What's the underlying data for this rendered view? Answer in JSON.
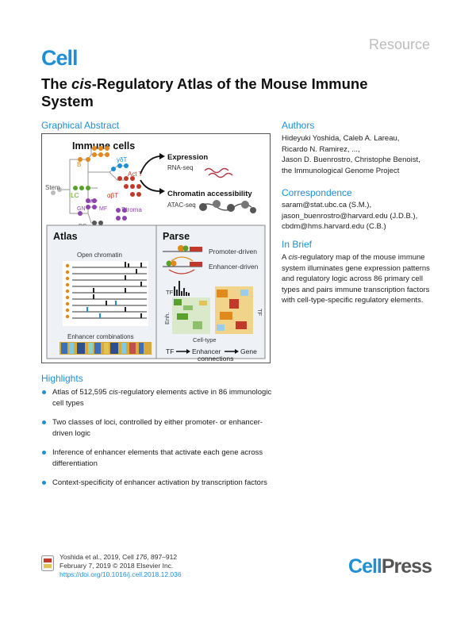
{
  "header": {
    "journal": "Cell",
    "section": "Resource",
    "title_pre": "The ",
    "title_em": "cis",
    "title_post": "-Regulatory Atlas of the Mouse Immune System"
  },
  "graphical_abstract": {
    "label": "Graphical Abstract",
    "immune_cells": "Immune cells",
    "stem": "Stem",
    "cell_types": [
      "B",
      "γδT",
      "Act T",
      "ILC",
      "αβT",
      "Mo",
      "GN",
      "MF",
      "DC",
      "Stroma"
    ],
    "expression": "Expression",
    "rna_seq": "RNA-seq",
    "chromatin": "Chromatin accessibility",
    "atac_seq": "ATAC-seq",
    "atlas": "Atlas",
    "parse": "Parse",
    "open_chromatin": "Open chromatin",
    "enhancer_combinations": "Enhancer combinations",
    "promoter_driven": "Promoter-driven",
    "enhancer_driven": "Enhancer-driven",
    "tf": "TF",
    "tf_right": "TF",
    "enh": "Enh.",
    "cell_type": "Cell-type",
    "flow_tf": "TF",
    "flow_enhancer": "Enhancer",
    "flow_gene": "Gene",
    "flow_connections": "connections"
  },
  "authors": {
    "label": "Authors",
    "lines": [
      "Hideyuki Yoshida, Caleb A. Lareau,",
      "Ricardo N. Ramirez, ...,",
      "Jason D. Buenrostro, Christophe Benoist,",
      "the Immunological Genome Project"
    ]
  },
  "correspondence": {
    "label": "Correspondence",
    "lines": [
      "saram@stat.ubc.ca (S.M.),",
      "jason_buenrostro@harvard.edu (J.D.B.),",
      "cbdm@hms.harvard.edu (C.B.)"
    ]
  },
  "in_brief": {
    "label": "In Brief",
    "pre": "A ",
    "em": "cis",
    "post": "-regulatory map of the mouse immune system illuminates gene expression patterns and regulatory logic across 86 primary cell types and pairs immune transcription factors with cell-type-specific regulatory elements."
  },
  "highlights": {
    "label": "Highlights",
    "item1_pre": "Atlas of 512,595 ",
    "item1_em": "cis",
    "item1_post": "-regulatory elements active in 86 immunologic cell types",
    "item2": "Two classes of loci, controlled by either promoter- or enhancer-driven logic",
    "item3": "Inference of enhancer elements that activate each gene across differentiation",
    "item4": "Context-specificity of enhancer activation by transcription factors"
  },
  "footer": {
    "line1_pre": "Yoshida et al., 2019, Cell ",
    "line1_vol": "176",
    "line1_post": ", 897–912",
    "line2": "February 7, 2019 © 2018 Elsevier Inc.",
    "doi": "https://doi.org/10.1016/j.cell.2018.12.036",
    "cellpress_a": "Cell",
    "cellpress_b": "Press"
  },
  "colors": {
    "accent": "#1e8fd2",
    "orange": "#e08a1e",
    "green": "#5aa02c",
    "red": "#c0392b",
    "purple": "#8e44ad",
    "blue_panel": "#eef2f7"
  }
}
